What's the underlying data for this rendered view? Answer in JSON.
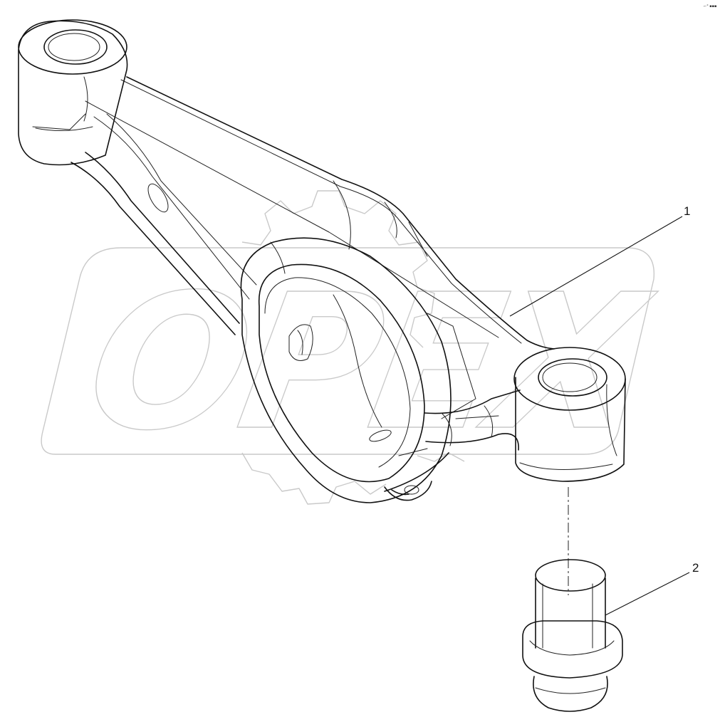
{
  "watermark": {
    "text": "OPEX"
  },
  "callouts": [
    {
      "number": "1",
      "part": "rocker-arm"
    },
    {
      "number": "2",
      "part": "adjuster-pin"
    }
  ],
  "corner_mark": "⌐° ▪▪▪"
}
